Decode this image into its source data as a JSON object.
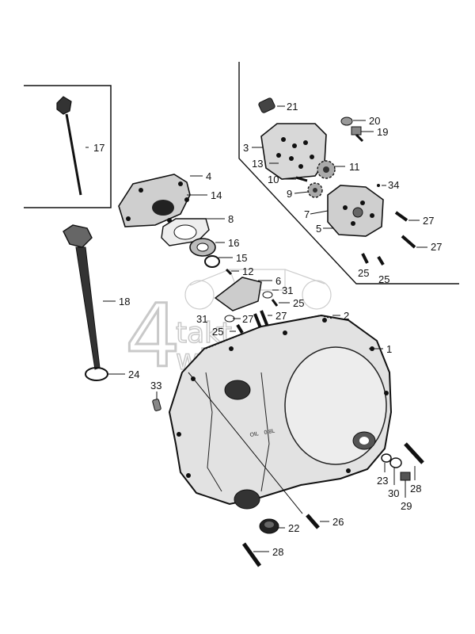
{
  "watermark": {
    "line1": "4",
    "line2": "takt",
    "line3": "winkel"
  },
  "parts": {
    "p1": "1",
    "p2": "2",
    "p3": "3",
    "p4": "4",
    "p5": "5",
    "p6": "6",
    "p7": "7",
    "p8": "8",
    "p9": "9",
    "p10": "10",
    "p11": "11",
    "p12": "12",
    "p13": "13",
    "p14": "14",
    "p15": "15",
    "p16": "16",
    "p17": "17",
    "p18": "18",
    "p19": "19",
    "p20": "20",
    "p21": "21",
    "p22": "22",
    "p23": "23",
    "p24": "24",
    "p25": "25",
    "p26": "26",
    "p27": "27",
    "p28": "28",
    "p29": "29",
    "p30": "30",
    "p31": "31",
    "p33": "33",
    "p34": "34"
  },
  "cover_stamp": {
    "line1": "OIL",
    "line2": "0.8L"
  }
}
